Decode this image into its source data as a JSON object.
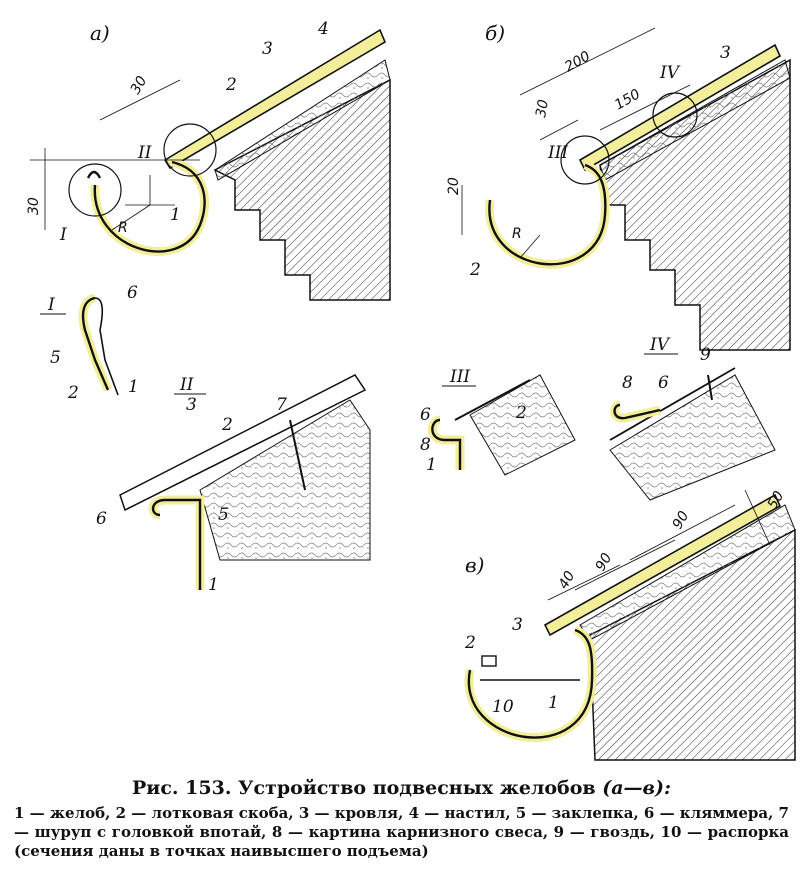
{
  "caption": {
    "title": "Рис. 153. Устройство подвесных желобов",
    "title_range": "(а—в):",
    "legend": "1 — желоб, 2 — лотковая скоба, 3 — кровля, 4 — настил, 5 — заклепка, 6 — кляммера, 7 — шуруп с головкой впотай, 8 — картина карнизного свеса, 9 — гвоздь, 10 — распорка (сечения даны в точках наивысшего подъема)"
  },
  "panels": {
    "a": "а)",
    "b": "б)",
    "v": "в)"
  },
  "details": {
    "I": "I",
    "II": "II",
    "III": "III",
    "IV": "IV"
  },
  "dimensions": {
    "a_30_top": "30",
    "a_30_left": "30",
    "b_200": "200",
    "b_150": "150",
    "b_30": "30",
    "b_20": "20",
    "v_40": "40",
    "v_90_1": "90",
    "v_90_2": "90",
    "v_50": "50",
    "radius": "R"
  },
  "numbers": {
    "n1": "1",
    "n2": "2",
    "n3": "3",
    "n4": "4",
    "n5": "5",
    "n6": "6",
    "n7": "7",
    "n8": "8",
    "n9": "9",
    "n10": "10"
  },
  "colors": {
    "highlight": "#f2ee9a",
    "line": "#111111",
    "hatch": "#333333"
  }
}
